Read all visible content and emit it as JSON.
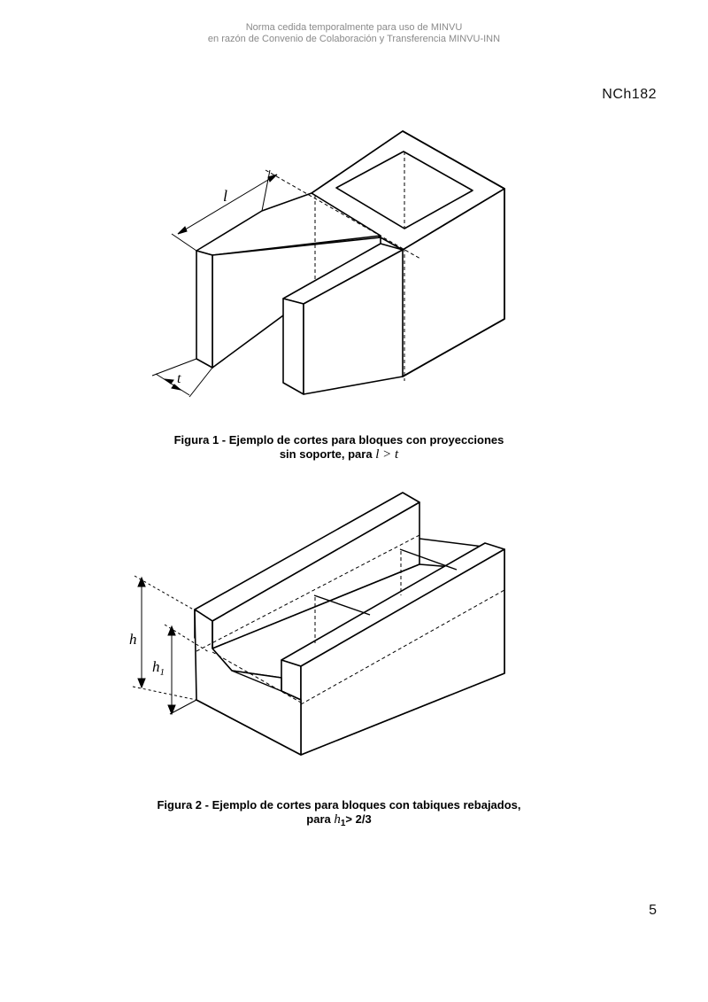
{
  "watermark": {
    "line1": "Norma cedida temporalmente para uso de MINVU",
    "line2": "en razón de Convenio de Colaboración y Transferencia MINVU-INN"
  },
  "header": {
    "doc_code": "NCh182"
  },
  "figure1": {
    "caption_line1": "Figura 1 - Ejemplo de cortes para bloques con proyecciones",
    "caption_line2_prefix": "sin soporte, para ",
    "caption_condition": "l > t",
    "label_l": "l",
    "label_t": "t"
  },
  "figure2": {
    "caption_line1": "Figura 2 - Ejemplo de cortes para bloques con tabiques rebajados,",
    "caption_line2_prefix": "para ",
    "caption_h": "h",
    "caption_sub": "1",
    "caption_rest": "> 2/3",
    "label_h": "h",
    "label_h1": "h",
    "label_h1_sub": "1"
  },
  "footer": {
    "page_number": "5"
  }
}
